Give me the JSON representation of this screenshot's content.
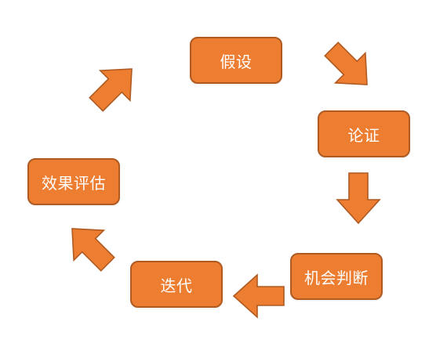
{
  "diagram": {
    "type": "cycle",
    "colors": {
      "fill": "#ED7D31",
      "border": "#AE5A21",
      "text": "#FFFFFF"
    },
    "nodes": [
      {
        "id": "hypothesis",
        "label": "假设"
      },
      {
        "id": "proof",
        "label": "论证"
      },
      {
        "id": "judgement",
        "label": "机会判断"
      },
      {
        "id": "iteration",
        "label": "迭代"
      },
      {
        "id": "evaluation",
        "label": "效果评估"
      }
    ],
    "edges": [
      {
        "from": "hypothesis",
        "to": "proof"
      },
      {
        "from": "proof",
        "to": "judgement"
      },
      {
        "from": "judgement",
        "to": "iteration"
      },
      {
        "from": "iteration",
        "to": "evaluation"
      },
      {
        "from": "evaluation",
        "to": "hypothesis"
      }
    ]
  }
}
